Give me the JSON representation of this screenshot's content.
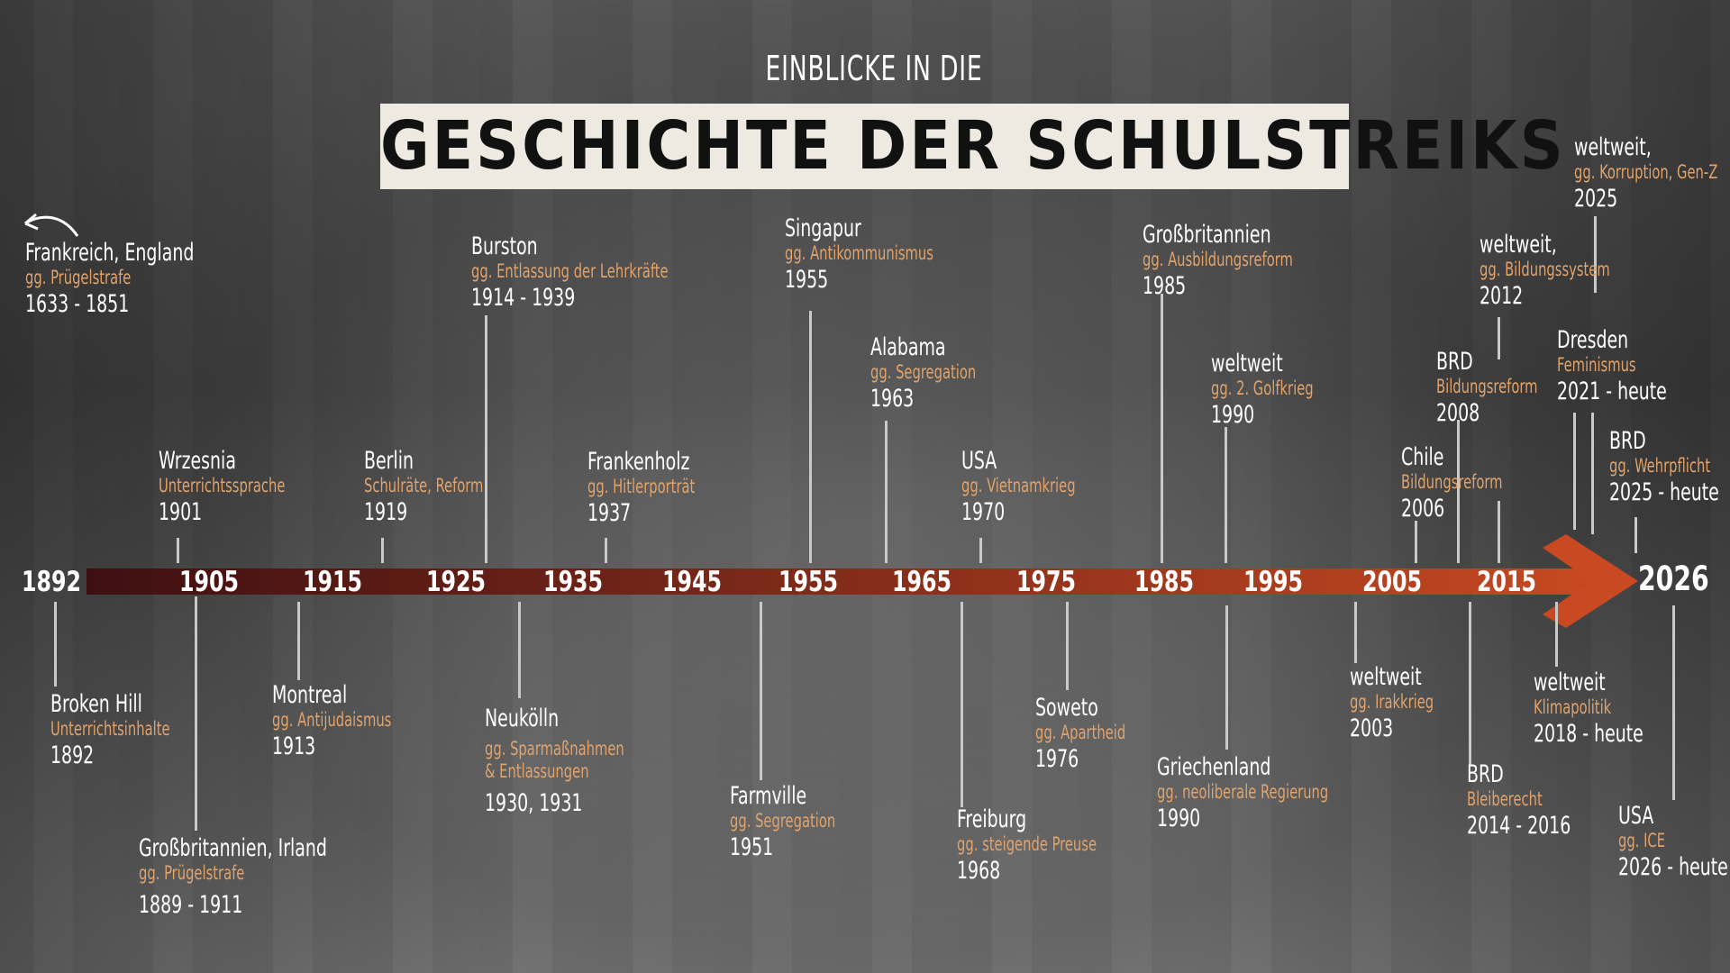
{
  "header": {
    "subtitle": "EINBLICKE IN DIE",
    "title": "GESCHICHTE DER SCHULSTREIKS"
  },
  "colors": {
    "axis_start": "#3e0f12",
    "axis_end": "#c94a22",
    "accent_text": "#e0a36c",
    "title_bg": "#eeeae2"
  },
  "axis_labels": [
    "1892",
    "1905",
    "1915",
    "1925",
    "1935",
    "1945",
    "1955",
    "1965",
    "1975",
    "1985",
    "1995",
    "2005",
    "2015",
    "2026"
  ],
  "events_above": [
    {
      "place": "Frankreich, England",
      "sub": "gg. Prügelstrafe",
      "year": "1633 - 1851"
    },
    {
      "place": "Wrzesnia",
      "sub": "Unterrichtssprache",
      "year": "1901"
    },
    {
      "place": "Berlin",
      "sub": "Schulräte, Reform",
      "year": "1919"
    },
    {
      "place": "Burston",
      "sub": "gg. Entlassung der Lehrkräfte",
      "year": "1914 - 1939"
    },
    {
      "place": "Frankenholz",
      "sub": "gg. Hitlerporträt",
      "year": "1937"
    },
    {
      "place": "Singapur",
      "sub": "gg. Antikommunismus",
      "year": "1955"
    },
    {
      "place": "Alabama",
      "sub": "gg. Segregation",
      "year": "1963"
    },
    {
      "place": "USA",
      "sub": "gg. Vietnamkrieg",
      "year": "1970"
    },
    {
      "place": "Großbritannien",
      "sub": "gg. Ausbildungsreform",
      "year": "1985"
    },
    {
      "place": "weltweit",
      "sub": "gg. 2. Golfkrieg",
      "year": "1990"
    },
    {
      "place": "Chile",
      "sub": "Bildungsreform",
      "year": "2006"
    },
    {
      "place": "BRD",
      "sub": "Bildungsreform",
      "year": "2008"
    },
    {
      "place": "weltweit,",
      "sub": "gg. Bildungssystem",
      "year": "2012"
    },
    {
      "place": "Dresden",
      "sub": "Feminismus",
      "year": "2021 - heute"
    },
    {
      "place": "weltweit,",
      "sub": "gg. Korruption, Gen-Z",
      "year": "2025"
    },
    {
      "place": "BRD",
      "sub": "gg. Wehrpflicht",
      "year": "2025 - heute"
    }
  ],
  "events_below": [
    {
      "place": "Broken Hill",
      "sub": "Unterrichtsinhalte",
      "year": "1892"
    },
    {
      "place": "Großbritannien, Irland",
      "sub": "gg. Prügelstrafe",
      "year": "1889 - 1911"
    },
    {
      "place": "Montreal",
      "sub": "gg. Antijudaismus",
      "year": "1913"
    },
    {
      "place": "Neukölln",
      "sub": "gg. Sparmaßnahmen",
      "sub2": "& Entlassungen",
      "year": "1930, 1931"
    },
    {
      "place": "Farmville",
      "sub": "gg. Segregation",
      "year": "1951"
    },
    {
      "place": "Freiburg",
      "sub": "gg. steigende Preuse",
      "year": "1968"
    },
    {
      "place": "Soweto",
      "sub": "gg. Apartheid",
      "year": "1976"
    },
    {
      "place": "Griechenland",
      "sub": "gg. neoliberale Regierung",
      "year": "1990"
    },
    {
      "place": "weltweit",
      "sub": "gg. Irakkrieg",
      "year": "2003"
    },
    {
      "place": "BRD",
      "sub": "Bleiberecht",
      "year": "2014 - 2016"
    },
    {
      "place": "weltweit",
      "sub": "Klimapolitik",
      "year": "2018 - heute"
    },
    {
      "place": "USA",
      "sub": "gg. ICE",
      "year": "2026 - heute"
    }
  ]
}
